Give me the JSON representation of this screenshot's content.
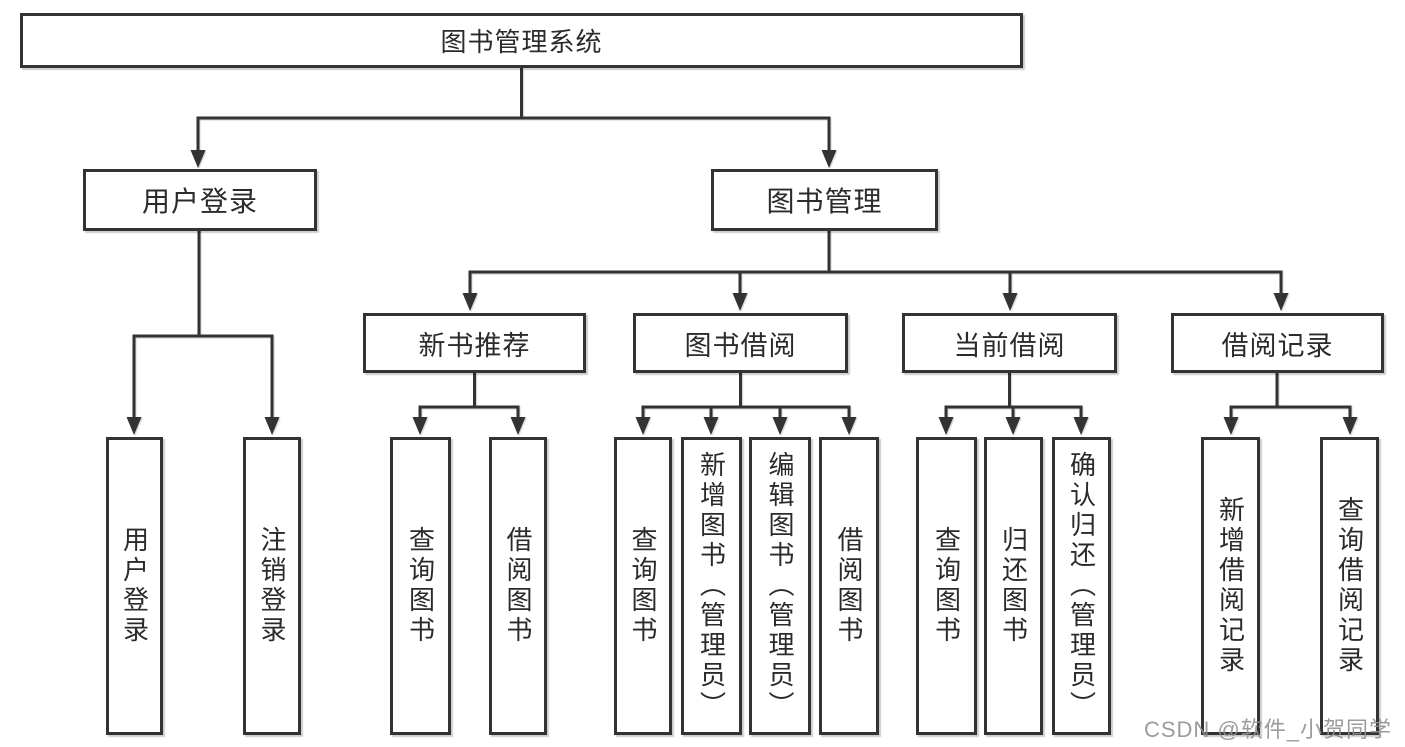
{
  "colors": {
    "line": "#333333",
    "box_border": "#333333",
    "text": "#2b2b2b",
    "watermark": "#919191",
    "background": "#ffffff"
  },
  "tree": {
    "root": {
      "label": "图书管理系统"
    },
    "login": {
      "label": "用户登录",
      "children": [
        {
          "label": "用户登录"
        },
        {
          "label": "注销登录"
        }
      ]
    },
    "management": {
      "label": "图书管理",
      "sections": [
        {
          "label": "新书推荐",
          "children": [
            {
              "label": "查询图书"
            },
            {
              "label": "借阅图书"
            }
          ]
        },
        {
          "label": "图书借阅",
          "children": [
            {
              "label": "查询图书"
            },
            {
              "label": "新增图书（管理员）"
            },
            {
              "label": "编辑图书（管理员）"
            },
            {
              "label": "借阅图书"
            }
          ]
        },
        {
          "label": "当前借阅",
          "children": [
            {
              "label": "查询图书"
            },
            {
              "label": "归还图书"
            },
            {
              "label": "确认归还（管理员）"
            }
          ]
        },
        {
          "label": "借阅记录",
          "children": [
            {
              "label": "新增借阅记录"
            },
            {
              "label": "查询借阅记录"
            }
          ]
        }
      ]
    }
  },
  "watermark": {
    "text": "CSDN @软件_小贺同学"
  }
}
